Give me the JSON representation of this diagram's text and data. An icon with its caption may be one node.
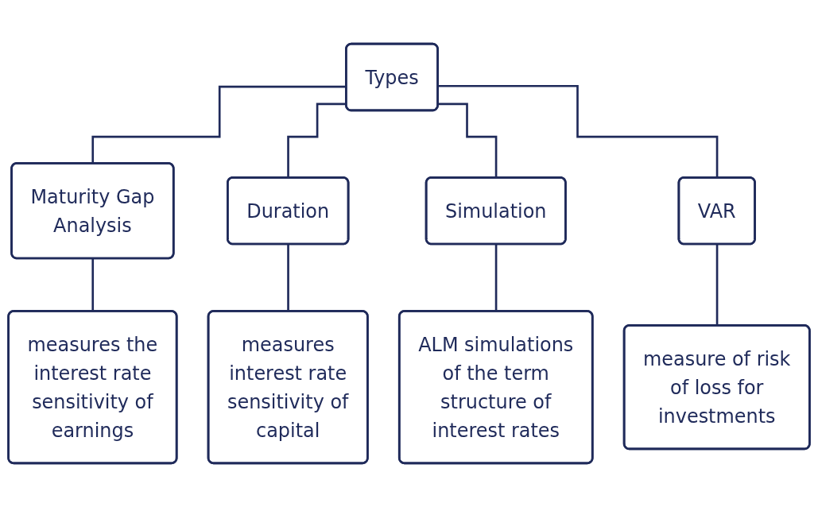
{
  "diagram": {
    "nodes": [
      {
        "text": [
          "Types"
        ]
      },
      {
        "text": [
          "Maturity Gap Analysis"
        ]
      },
      {
        "text": [
          "Duration"
        ]
      },
      {
        "text": [
          "Simulation"
        ]
      },
      {
        "text": [
          "VAR"
        ]
      },
      {
        "text": [
          "measures the interest rate sensitivity of earnings"
        ]
      },
      {
        "text": [
          "measures interest rate sensitivity of capital"
        ]
      },
      {
        "text": [
          "ALM simulations of the term structure of interest rates"
        ]
      },
      {
        "text": [
          "measure of risk of loss for investments"
        ]
      }
    ],
    "edges": [
      {
        "from": 0,
        "to": 1,
        "arrow": "none"
      },
      {
        "from": 0,
        "to": 2,
        "arrow": "none"
      },
      {
        "from": 0,
        "to": 3,
        "arrow": "none"
      },
      {
        "from": 0,
        "to": 4,
        "arrow": "none"
      },
      {
        "from": 1,
        "to": 5,
        "arrow": "none"
      },
      {
        "from": 2,
        "to": 6,
        "arrow": "none"
      },
      {
        "from": 3,
        "to": 7,
        "arrow": "none"
      },
      {
        "from": 4,
        "to": 8,
        "arrow": "none"
      }
    ]
  }
}
